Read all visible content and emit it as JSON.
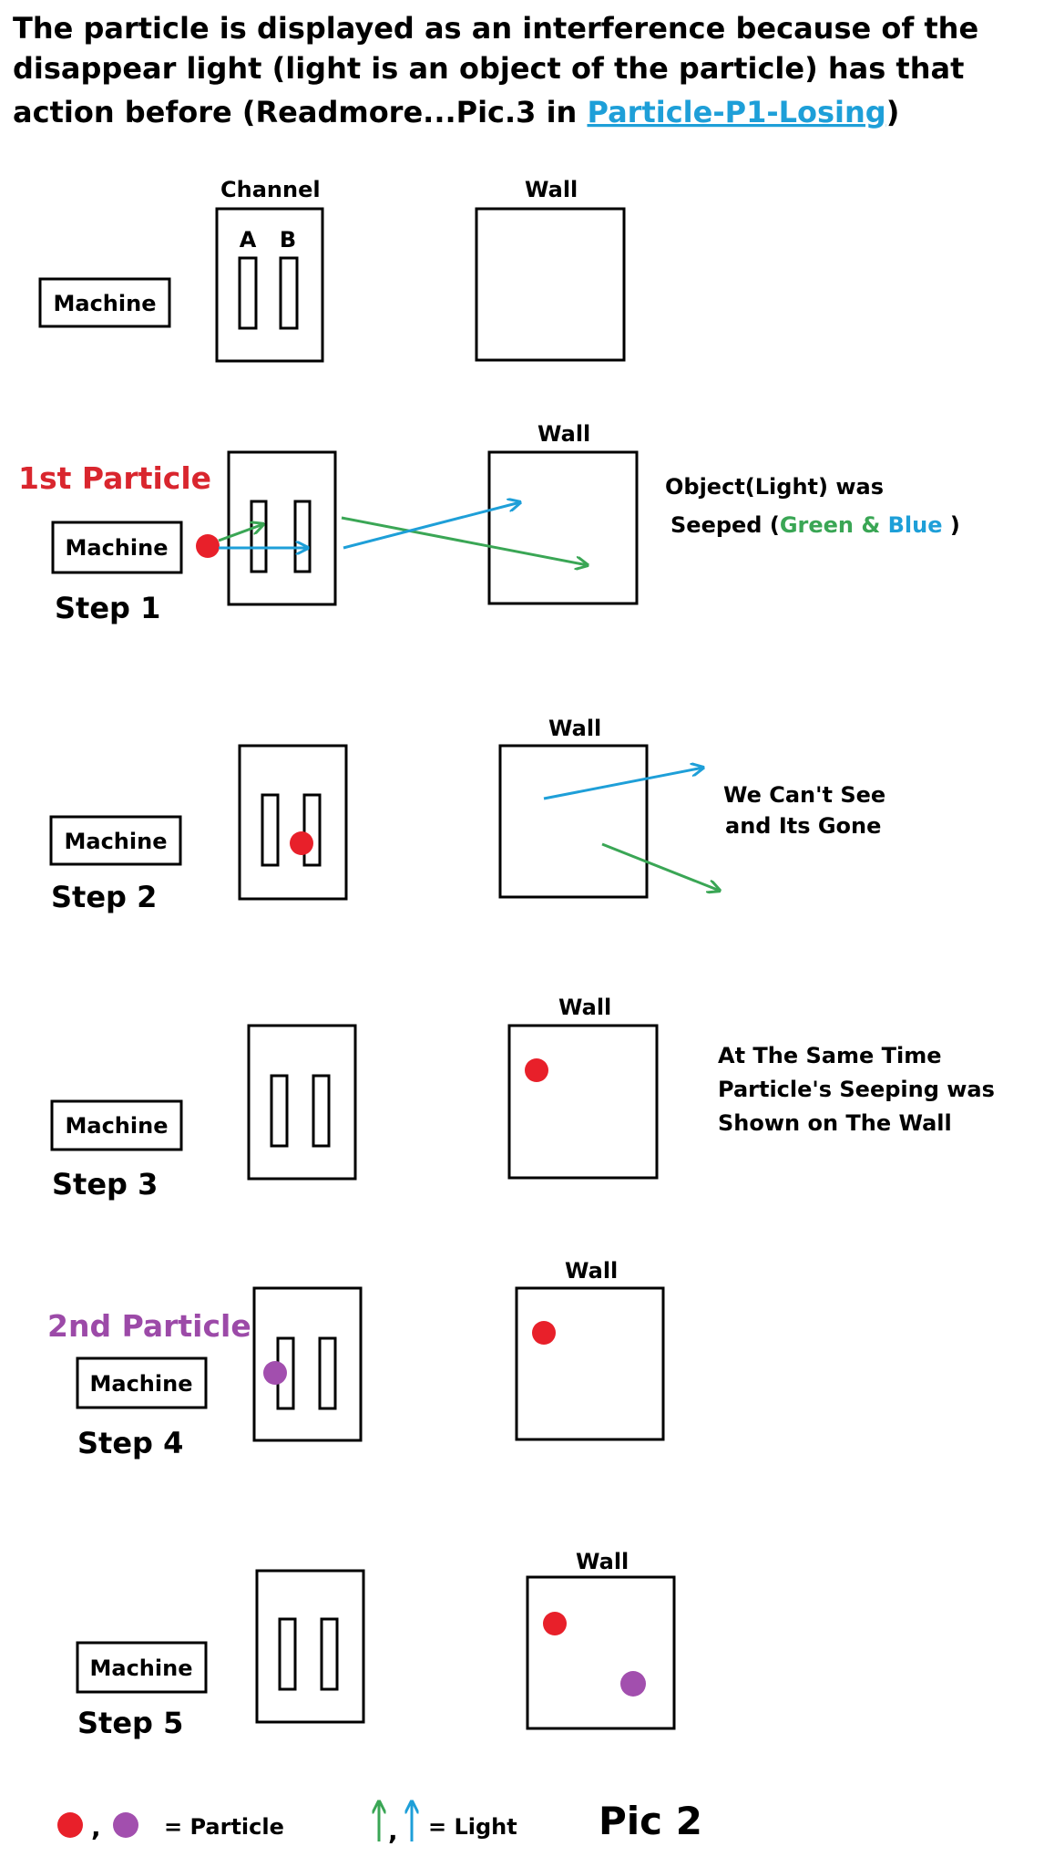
{
  "heading": {
    "line1": "The particle is displayed as an interference because of the",
    "line2": "disappear light (light is an object of the particle) has that",
    "line3_prefix": "action before (Readmore...Pic.3 in ",
    "link_text": "Particle-P1-Losing",
    "line3_suffix": ")"
  },
  "labels": {
    "channel": "Channel",
    "wall": "Wall",
    "machine": "Machine",
    "slit_a": "A",
    "slit_b": "B"
  },
  "steps": {
    "step1": "Step 1",
    "step2": "Step 2",
    "step3": "Step 3",
    "step4": "Step 4",
    "step5": "Step 5"
  },
  "particles": {
    "first": "1st Particle",
    "second": "2nd Particle"
  },
  "notes": {
    "step1_line1": "Object(Light) was",
    "step1_line2_prefix": "Seeped (",
    "step1_green": "Green",
    "step1_amp": " & ",
    "step1_blue": "Blue",
    "step1_close": " )",
    "step2_line1": "We Can't See",
    "step2_line2": "and Its Gone",
    "step3_line1": "At The Same Time",
    "step3_line2": "Particle's Seeping was",
    "step3_line3": "Shown on The Wall"
  },
  "legend": {
    "particle_sep": ",",
    "particle_label": "= Particle",
    "light_sep": ",",
    "light_label": "= Light"
  },
  "figure_label": "Pic 2",
  "colors": {
    "particle_red": "#e8202a",
    "particle_purple": "#a24fae",
    "light_green": "#3aa655",
    "light_blue": "#1e9fd8",
    "first_label_red": "#d9262e",
    "second_label_purple": "#9c4aa8",
    "link_blue": "#1e9fd8"
  }
}
